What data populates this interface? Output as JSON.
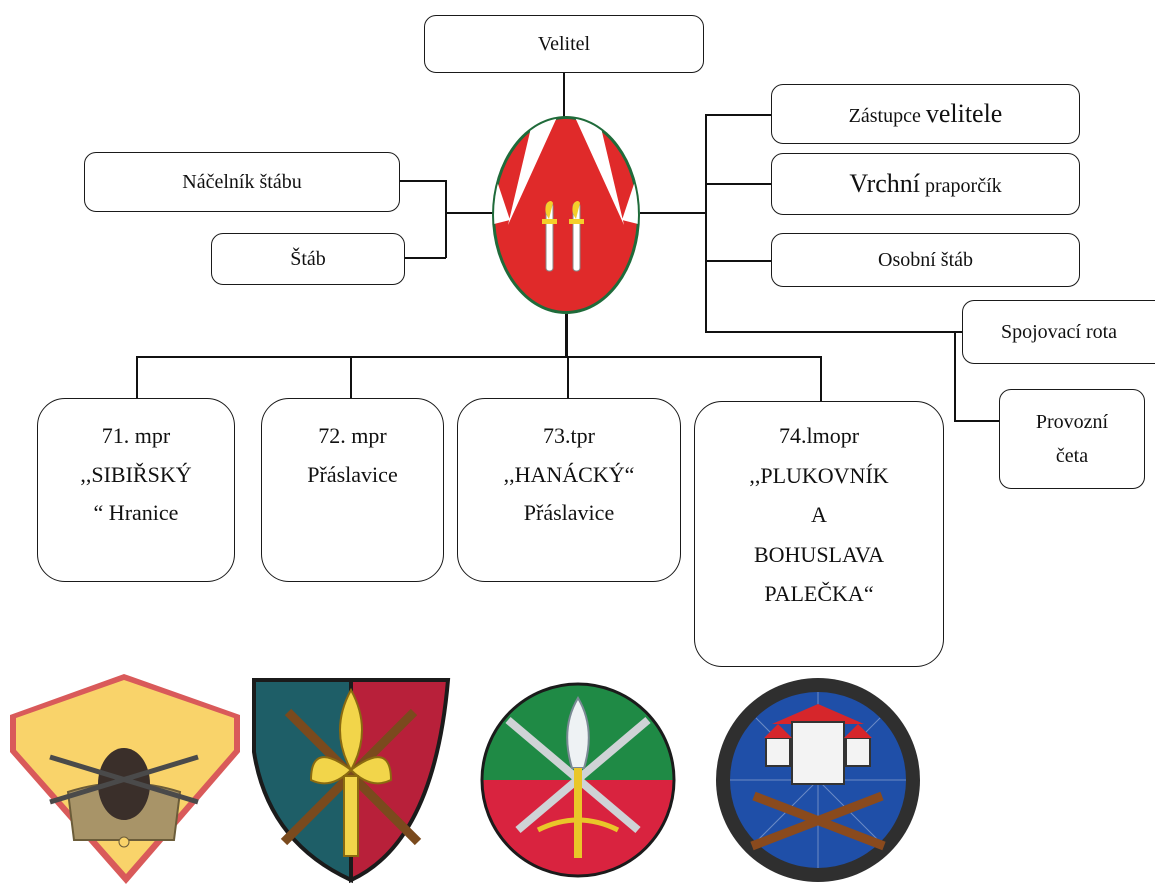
{
  "commander": "Velitel",
  "deputy": {
    "part1": "Zástupce ",
    "part2": "velitele"
  },
  "sergeant_major": {
    "part1": "Vrchní",
    "part2": " praporčík"
  },
  "personal_staff": "Osobní štáb",
  "chief_of_staff": "Náčelník štábu",
  "staff": "Štáb",
  "signal_company": "Spojovací rota",
  "operations_platoon": {
    "line1": "Provozní",
    "line2": "četa"
  },
  "units": [
    {
      "lines": [
        "71. mpr",
        ",,SIBIŘSKÝ",
        "“ Hranice"
      ]
    },
    {
      "lines": [
        "72. mpr",
        "Přáslavice"
      ]
    },
    {
      "lines": [
        "73.tpr",
        ",,HANÁCKÝ“",
        "Přáslavice"
      ]
    },
    {
      "lines": [
        "74.lmopr",
        ",,PLUKOVNÍK",
        "A",
        "BOHUSLAVA",
        "PALEČKA“"
      ]
    }
  ],
  "colors": {
    "brigade_red": "#e02a2a",
    "brigade_border": "#1f6b3a",
    "emblem1_yellow": "#f9d36a",
    "emblem2_teal": "#1e5e67",
    "emblem2_red": "#b8203a",
    "emblem3_green": "#1f8a45",
    "emblem3_red": "#d9233f",
    "emblem4_blue": "#1f4fa8"
  },
  "icons": [
    "brigade-shield-icon",
    "emblem-71-icon",
    "emblem-72-icon",
    "emblem-73-icon",
    "emblem-74-icon"
  ]
}
